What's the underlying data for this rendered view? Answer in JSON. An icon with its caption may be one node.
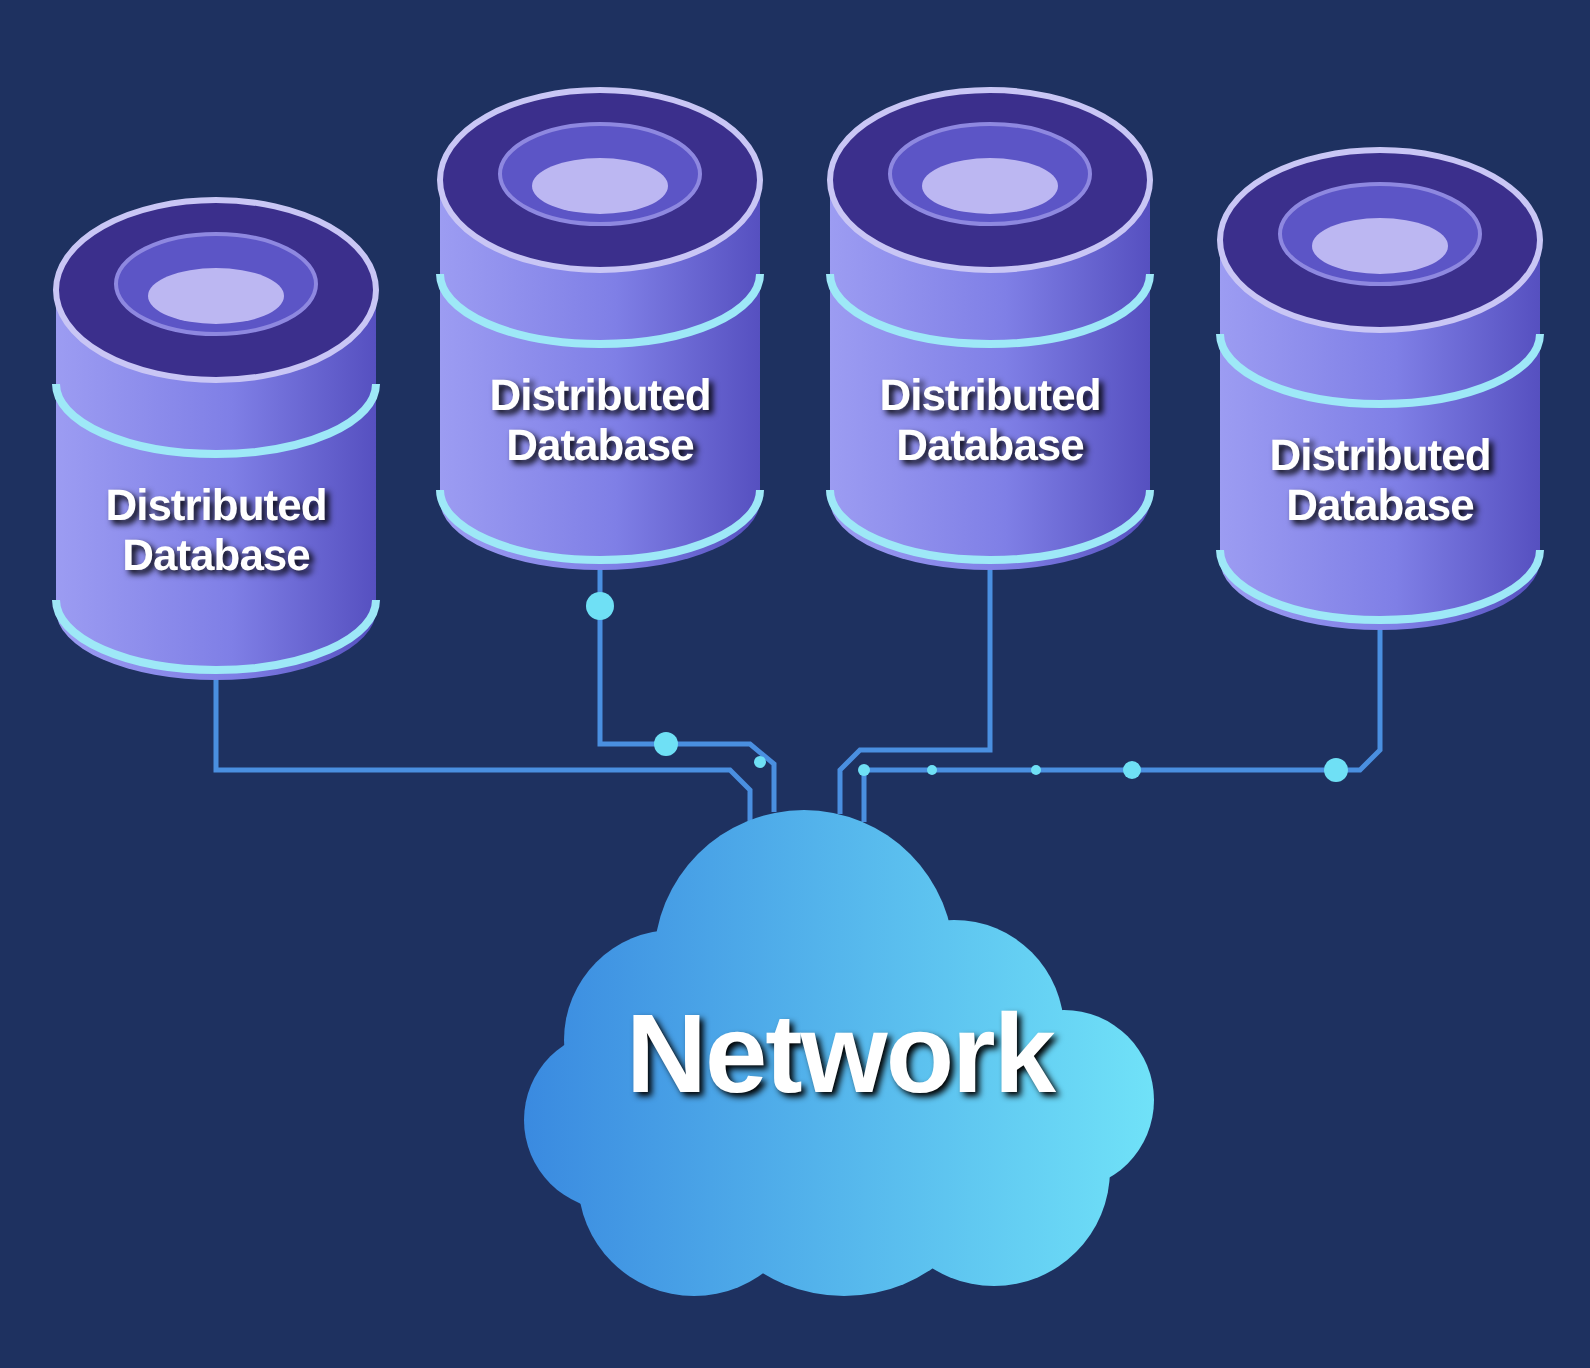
{
  "diagram": {
    "nodes": [
      {
        "text": [
          "Distributed Database"
        ]
      },
      {
        "text": [
          "Distributed Database"
        ]
      },
      {
        "text": [
          "Distributed Database"
        ]
      },
      {
        "text": [
          "Distributed Database"
        ]
      },
      {
        "text": [
          "Network"
        ]
      }
    ],
    "edges": [
      {
        "from": 0,
        "to": 4,
        "arrow": "none"
      },
      {
        "from": 1,
        "to": 4,
        "arrow": "none"
      },
      {
        "from": 2,
        "to": 4,
        "arrow": "none"
      },
      {
        "from": 3,
        "to": 4,
        "arrow": "none"
      }
    ]
  }
}
